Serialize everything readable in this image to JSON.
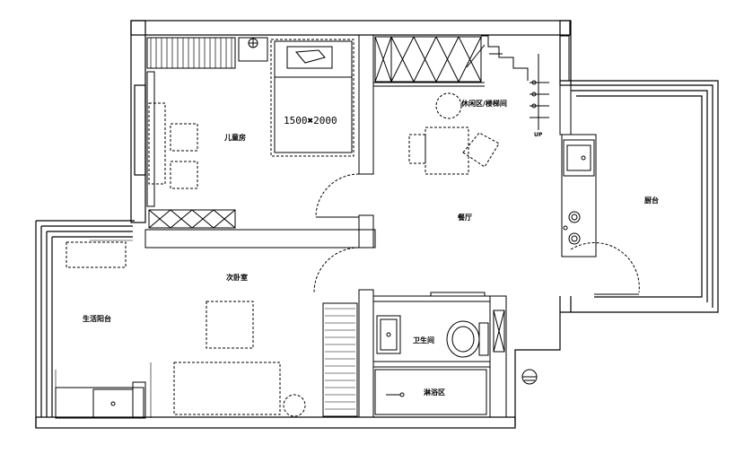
{
  "rooms": {
    "children_room": "儿童房",
    "leisure_staircase": "休闲区/楼梯间",
    "dining": "餐厅",
    "kitchen": "厨台",
    "second_bedroom": "次卧室",
    "life_balcony": "生活阳台",
    "bathroom": "卫生间",
    "shower": "淋浴区"
  },
  "bed_dimension": "1500✖2000",
  "stair_label": "UP"
}
